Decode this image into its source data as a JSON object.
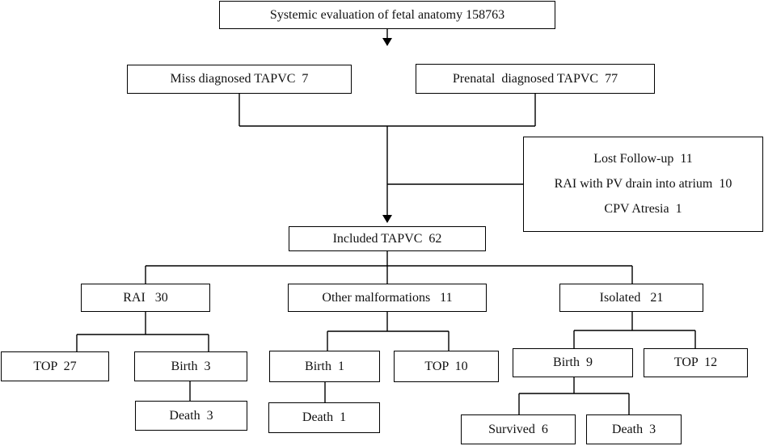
{
  "flowchart": {
    "root": "Systemic evaluation of fetal anatomy 158763",
    "missed": "Miss diagnosed TAPVC  7",
    "prenatal": "Prenatal  diagnosed TAPVC  77",
    "excluded": {
      "lost": "Lost Follow-up  11",
      "rai_atrium": "RAI with PV drain into atrium  10",
      "cpv": "CPV Atresia  1"
    },
    "included": "Included TAPVC  62",
    "groups": {
      "rai": {
        "label": "RAI   30",
        "top": "TOP  27",
        "birth": "Birth  3",
        "death": "Death  3"
      },
      "other": {
        "label": "Other malformations   11",
        "birth": "Birth  1",
        "top": "TOP  10",
        "death": "Death  1"
      },
      "isolated": {
        "label": "Isolated   21",
        "birth": "Birth  9",
        "top": "TOP  12",
        "survived": "Survived  6",
        "death": "Death  3"
      }
    }
  }
}
